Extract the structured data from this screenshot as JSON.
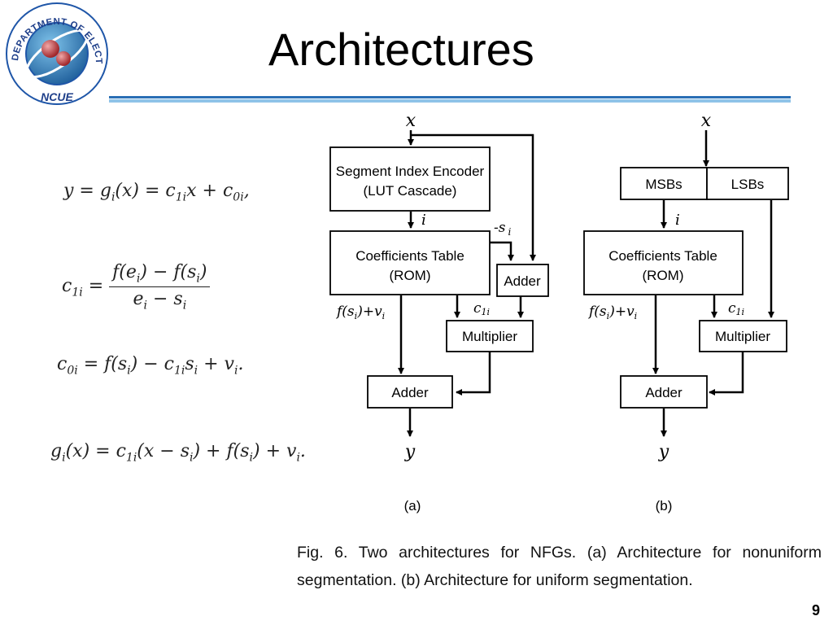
{
  "slide": {
    "title": "Architectures",
    "page_number": "9",
    "logo": {
      "top_arc_text": "DEPARTMENT OF ELECTRONIC ENGINEERING",
      "bottom_text": "NCUE"
    }
  },
  "equations": {
    "eq1": {
      "lhs": "y = g",
      "sub1": "i",
      "mid": "(x) = c",
      "sub2": "1i",
      "rest": "x + c",
      "sub3": "0i",
      "end": ","
    },
    "eq2": {
      "lhs": "c",
      "lhs_sub": "1i",
      "eq": " = ",
      "num": "f(e",
      "num_sub": "i",
      "num2": ") − f(s",
      "num_sub2": "i",
      "num3": ")",
      "den": "e",
      "den_sub": "i",
      "den2": " − s",
      "den_sub2": "i"
    },
    "eq3": {
      "a": "c",
      "a_sub": "0i",
      "b": " = f(s",
      "b_sub": "i",
      "c": ") − c",
      "c_sub": "1i",
      "d": "s",
      "d_sub": "i",
      "e": " + v",
      "e_sub": "i",
      "f": "."
    },
    "eq4": {
      "a": "g",
      "a_sub": "i",
      "b": "(x) = c",
      "b_sub": "1i",
      "c": "(x − s",
      "c_sub": "i",
      "d": ") + f(s",
      "d_sub": "i",
      "e": ") + v",
      "e_sub": "i",
      "f": "."
    }
  },
  "diagram_a": {
    "input": "x",
    "encoder": {
      "line1": "Segment Index Encoder",
      "line2": "(LUT Cascade)"
    },
    "signal_i": "i",
    "neg_s": "-s",
    "neg_s_sub": "i",
    "coeff_table": {
      "line1": "Coefficients Table",
      "line2": "(ROM)"
    },
    "adder_top": "Adder",
    "f_label": "f(s",
    "f_label_sub": "i",
    "f_label_end": ")+v",
    "f_label_end_sub": "i",
    "c_label": "c",
    "c_label_sub": "1i",
    "multiplier": "Multiplier",
    "adder_bottom": "Adder",
    "output": "y",
    "caption": "(a)"
  },
  "diagram_b": {
    "input": "x",
    "msbs": "MSBs",
    "lsbs": "LSBs",
    "signal_i": "i",
    "coeff_table": {
      "line1": "Coefficients Table",
      "line2": "(ROM)"
    },
    "f_label": "f(s",
    "f_label_sub": "i",
    "f_label_end": ")+v",
    "f_label_end_sub": "i",
    "c_label": "c",
    "c_label_sub": "1i",
    "multiplier": "Multiplier",
    "adder": "Adder",
    "output": "y",
    "caption": "(b)"
  },
  "figure_caption": "Fig. 6. Two architectures for NFGs. (a) Architecture for nonuniform segmentation. (b) Architecture for uniform segmentation.",
  "colors": {
    "rule_dark": "#2a6fb5",
    "rule_light": "#8fc3e8",
    "logo_ring": "#1f56a8",
    "logo_globe": "#3a8fc4"
  }
}
